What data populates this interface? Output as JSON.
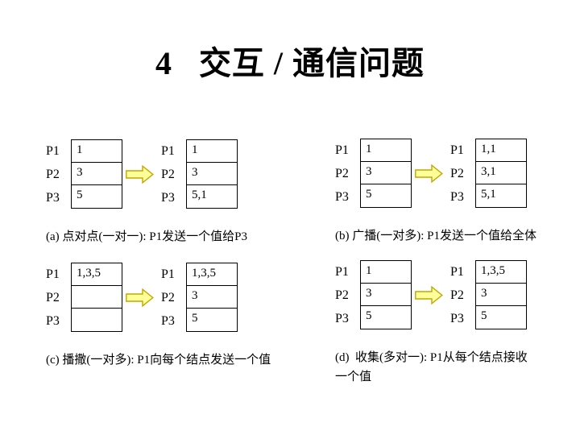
{
  "slide": {
    "title": "4   交互 / 通信问题"
  },
  "colors": {
    "background": "#ffffff",
    "text": "#000000",
    "table_border": "#000000",
    "arrow_fill": "#ffff99",
    "arrow_stroke": "#bfa900"
  },
  "icons": {
    "arrow": "right-block-arrow"
  },
  "diagrams": [
    {
      "name": "point-to-point",
      "labels": [
        "P1",
        "P2",
        "P3"
      ],
      "before": [
        "1",
        "3",
        "5"
      ],
      "after": [
        "1",
        "3",
        "5,1"
      ],
      "caption_lines": [
        "(a) 点对点(一对一): P1发送一个值给P3"
      ]
    },
    {
      "name": "broadcast",
      "labels": [
        "P1",
        "P2",
        "P3"
      ],
      "before": [
        "1",
        "3",
        "5"
      ],
      "after": [
        "1,1",
        "3,1",
        "5,1"
      ],
      "caption_lines": [
        "(b) 广播(一对多): P1发送一个值给全体"
      ]
    },
    {
      "name": "scatter",
      "labels": [
        "P1",
        "P2",
        "P3"
      ],
      "before": [
        "1,3,5",
        "",
        ""
      ],
      "after": [
        "1,3,5",
        "3",
        "5"
      ],
      "caption_lines": [
        "(c) 播撒(一对多): P1向每个结点发送一个值"
      ]
    },
    {
      "name": "gather",
      "labels": [
        "P1",
        "P2",
        "P3"
      ],
      "before": [
        "1",
        "3",
        "5"
      ],
      "after": [
        "1,3,5",
        "3",
        "5"
      ],
      "caption_lines": [
        "(d)  收集(多对一): P1从每个结点接收",
        "一个值"
      ]
    }
  ]
}
